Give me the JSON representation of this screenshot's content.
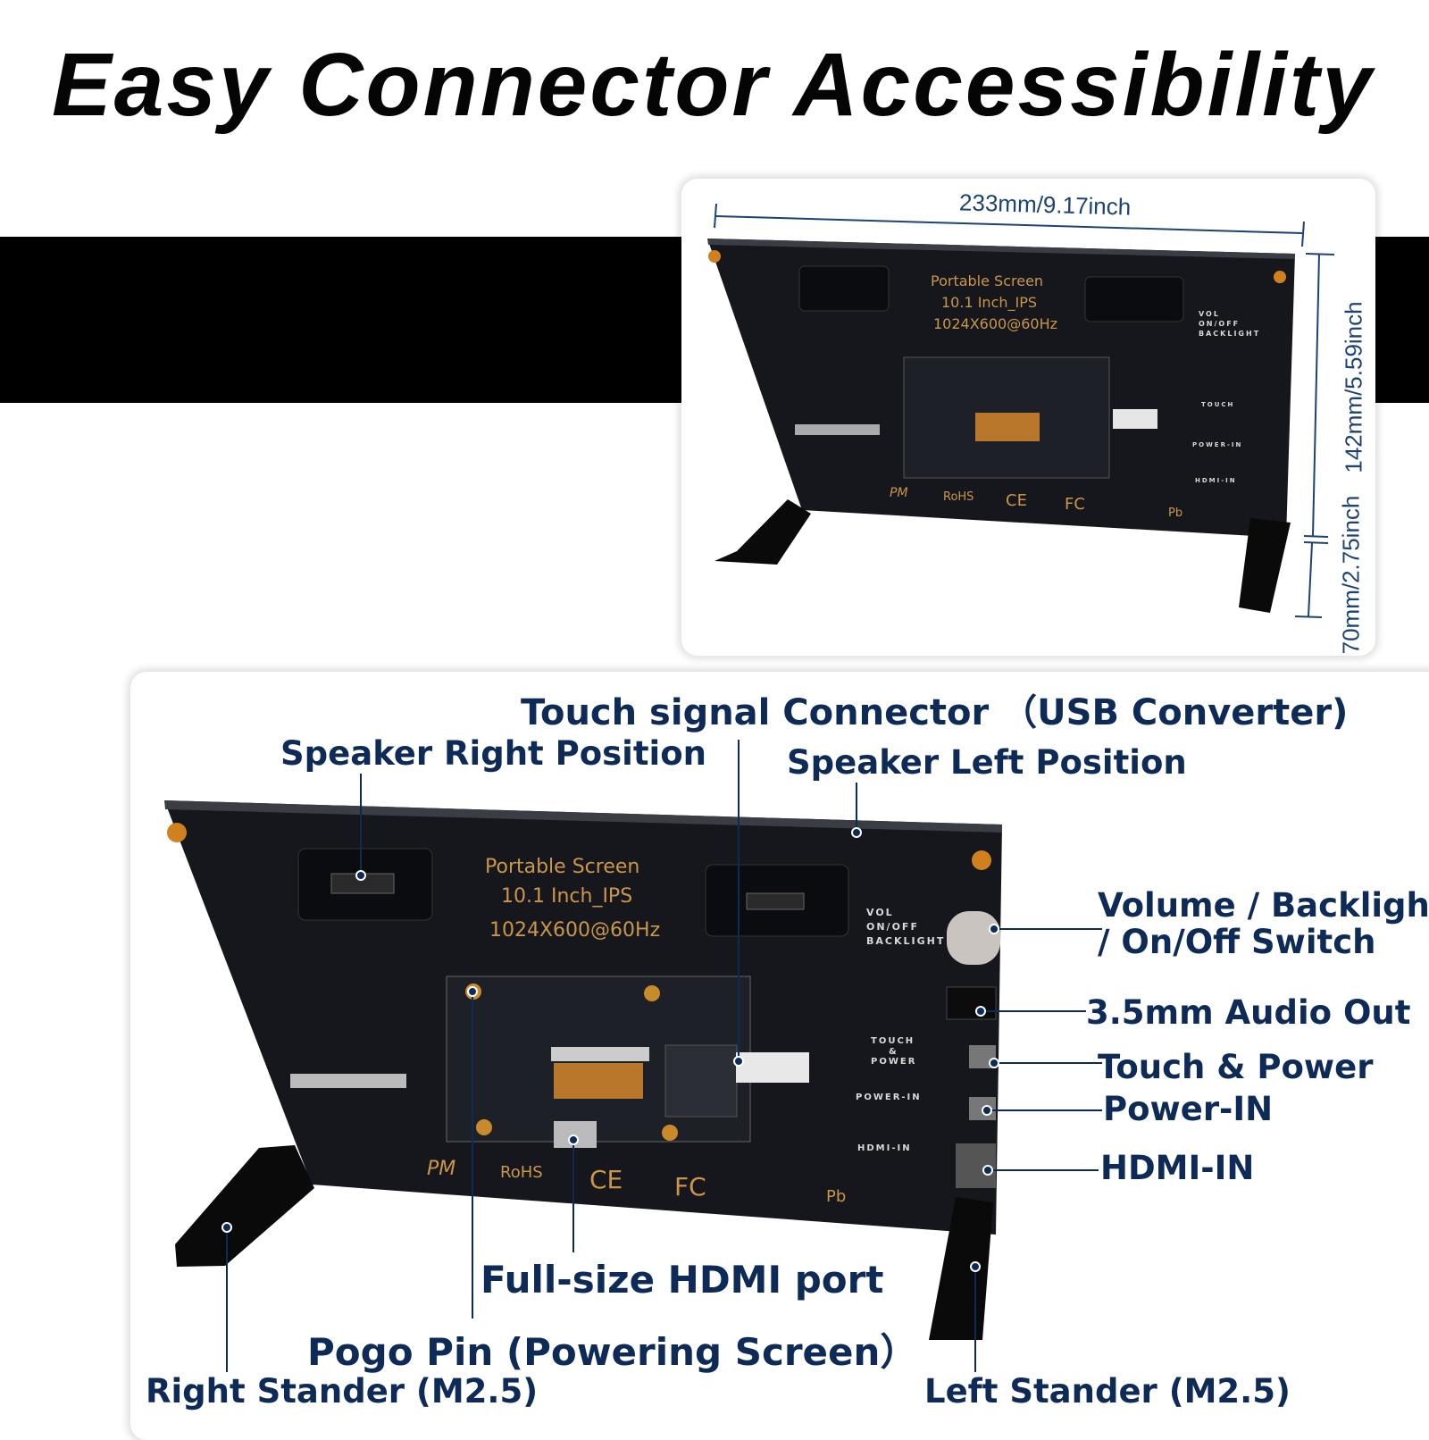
{
  "title": "Easy Connector Accessibility",
  "dimensions": {
    "width": "233mm/9.17inch",
    "board_height": "142mm/5.59inch",
    "stand_height": "70mm/2.75inch"
  },
  "board_silkscreen": {
    "line1": "Portable Screen",
    "line2": "10.1 Inch_IPS",
    "line3": "1024X600@60Hz",
    "vol": "VOL",
    "onoff": "ON/OFF",
    "backlight": "BACKLIGHT",
    "touch": "TOUCH",
    "amp": "&",
    "power": "POWER",
    "power_in": "POWER-IN",
    "hdmi_in": "HDMI-IN",
    "logos": [
      "PM",
      "RoHS",
      "CE",
      "FC",
      "Pb"
    ]
  },
  "callouts": {
    "touch_signal": "Touch signal Connector （USB Converter)",
    "speaker_right": "Speaker Right  Position",
    "speaker_left": "Speaker Left Position",
    "volume_1": "Volume / Backlight",
    "volume_2": "/ On/Off Switch",
    "audio_out": "3.5mm Audio Out",
    "touch_power": "Touch & Power",
    "power_in": "Power-IN",
    "hdmi_in": "HDMI-IN",
    "full_hdmi": "Full-size HDMI port",
    "pogo_pin": "Pogo Pin (Powering Screen）",
    "right_stander": "Right Stander  (M2.5)",
    "left_stander": "Left Stander  (M2.5)"
  },
  "colors": {
    "label": "#0e2b57",
    "board": "#15171c",
    "silkscreen": "#c9964a",
    "band": "#000000"
  }
}
